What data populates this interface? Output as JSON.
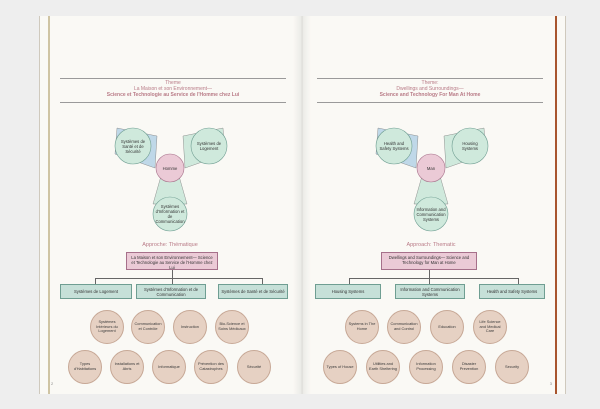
{
  "left": {
    "theme_label": "Theme",
    "theme_line1": "La Maison et son Environnement—",
    "theme_line2": "Science et Technologie au Service de l'Homme chez Lui",
    "diagram": {
      "center": "Homme",
      "top_left": "Systèmes de Santé et de Sécurité",
      "top_right": "Systèmes de Logement",
      "bottom": "Systèmes d'Information et de Communication"
    },
    "approach": "Approche: Thématique",
    "main_box": "La Maison et son Environnement— Science et Technologie au Service de l'Homme chez Lui",
    "categories": [
      "Systèmes de Logement",
      "Systèmes d'Information et de Communication",
      "Systèmes de Santé et de Sécurité"
    ],
    "row1": [
      "Systèmes Intérieurs du Logement",
      "Communication et Contrôle",
      "Instruction",
      "Bio-Science et Soins Médicaux"
    ],
    "row2": [
      "Types d'Habitations",
      "Installations et Abris",
      "Informatique",
      "Prévention des Catastrophes",
      "Sécurité"
    ],
    "page_number": "2"
  },
  "right": {
    "theme_label": "Theme:",
    "theme_line1": "Dwellings and Surroundings—",
    "theme_line2": "Science and Technology For Man At Home",
    "diagram": {
      "center": "Man",
      "top_left": "Health and Safety Systems",
      "top_right": "Housing Systems",
      "bottom": "Information and Communication Systems"
    },
    "approach": "Approach: Thematic",
    "main_box": "Dwellings and Surroundings— Science and Technology for Man at Home",
    "categories": [
      "Housing Systems",
      "Information and Communication Systems",
      "Health and Safety Systems"
    ],
    "row1": [
      "Systems in The Home",
      "Communication and Control",
      "Education",
      "Life Science and Medical Care"
    ],
    "row2": [
      "Types of House",
      "Utilities and Earth Sheltering",
      "Information Processing",
      "Disaster Prevention",
      "Security"
    ],
    "page_number": "3"
  },
  "colors": {
    "accent_pink": "#ebcad6",
    "accent_teal": "#c6e0d8",
    "circle_beige": "#e6d1c3",
    "diagram_blue": "#bfd8e8",
    "diagram_green": "#cfe9dc",
    "theme_text": "#b87a86",
    "right_stripe": "#a8552e"
  }
}
